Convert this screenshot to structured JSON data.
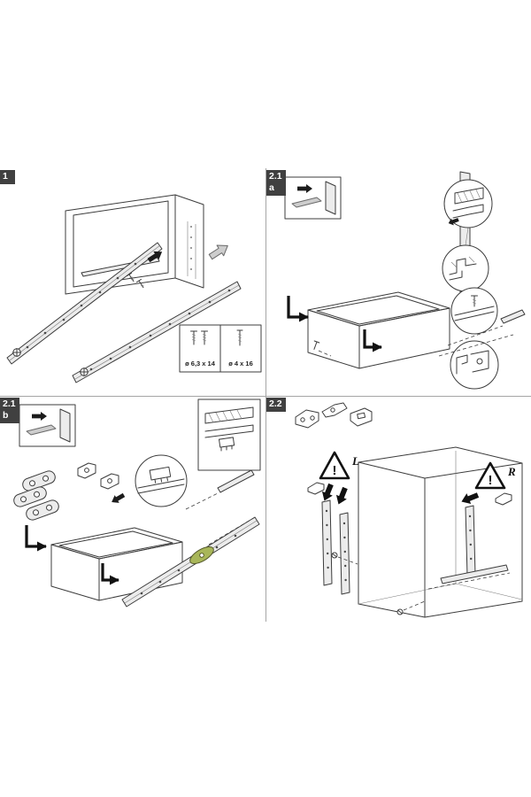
{
  "panels": {
    "step1": {
      "label": "1"
    },
    "step21a": {
      "label": "2.1",
      "variant": "a"
    },
    "step21b": {
      "label": "2.1",
      "variant": "b"
    },
    "step22": {
      "label": "2.2"
    }
  },
  "screw_specs": {
    "screw_a": "ø 6,3 x 14",
    "screw_b": "ø 4 x 16"
  },
  "warning": {
    "mark": "!",
    "left_label": "L",
    "right_label": "R"
  },
  "icons": {
    "warning_triangle_icon": "⚠",
    "direction_arrow_icon": "→",
    "place_arrow_icon": "↳",
    "locator_cross_icon": "+",
    "screw_icon": "screw"
  },
  "colors": {
    "background": "#ffffff",
    "line": "#3c3c3c",
    "panel_label_bg": "#404040",
    "panel_label_text": "#ffffff",
    "divider": "#a6a6a6",
    "gauge_green": "#a8b659"
  }
}
